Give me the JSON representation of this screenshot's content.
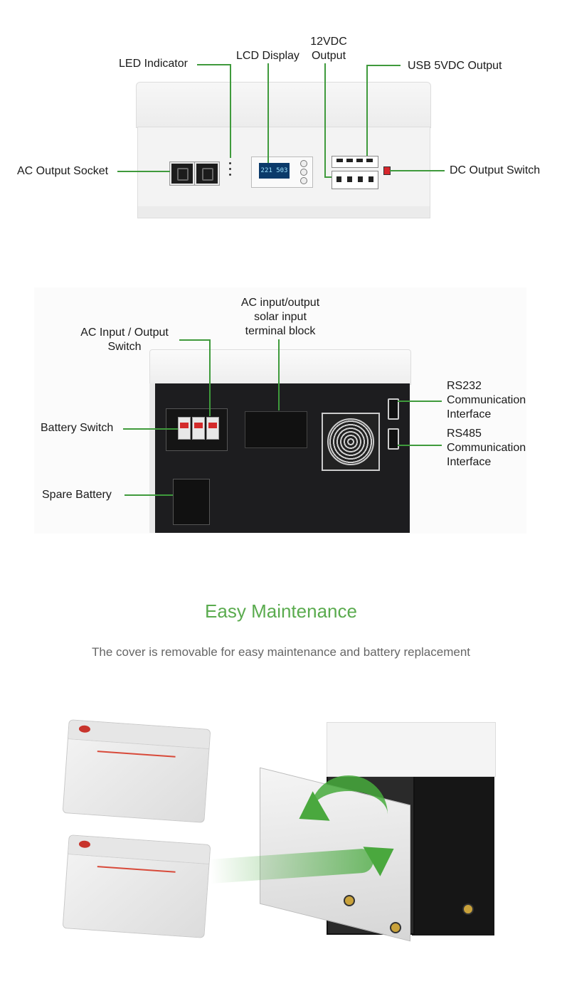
{
  "front_panel": {
    "labels": {
      "led_indicator": "LED Indicator",
      "lcd_display": "LCD Display",
      "dc12_line1": "12VDC",
      "dc12_line2": "Output",
      "usb_output": "USB 5VDC Output",
      "ac_output_socket": "AC Output Socket",
      "dc_output_switch": "DC Output Switch"
    },
    "lcd_readout": "221 503"
  },
  "rear_panel": {
    "labels": {
      "terminal_line1": "AC input/output",
      "terminal_line2": "solar input",
      "terminal_line3": "terminal block",
      "ac_switch_line1": "AC Input / Output",
      "ac_switch_line2": "Switch",
      "battery_switch": "Battery Switch",
      "spare_battery": "Spare Battery",
      "rs232_line1": "RS232",
      "rs232_line2": "Communication",
      "rs232_line3": "Interface",
      "rs485_line1": "RS485",
      "rs485_line2": "Communication",
      "rs485_line3": "Interface"
    }
  },
  "maintenance": {
    "title": "Easy Maintenance",
    "subtitle": "The cover is removable for easy maintenance and battery replacement"
  },
  "colors": {
    "accent_green": "#5aab4e",
    "leader_line": "#3f9a3c",
    "subtitle_gray": "#666666"
  }
}
